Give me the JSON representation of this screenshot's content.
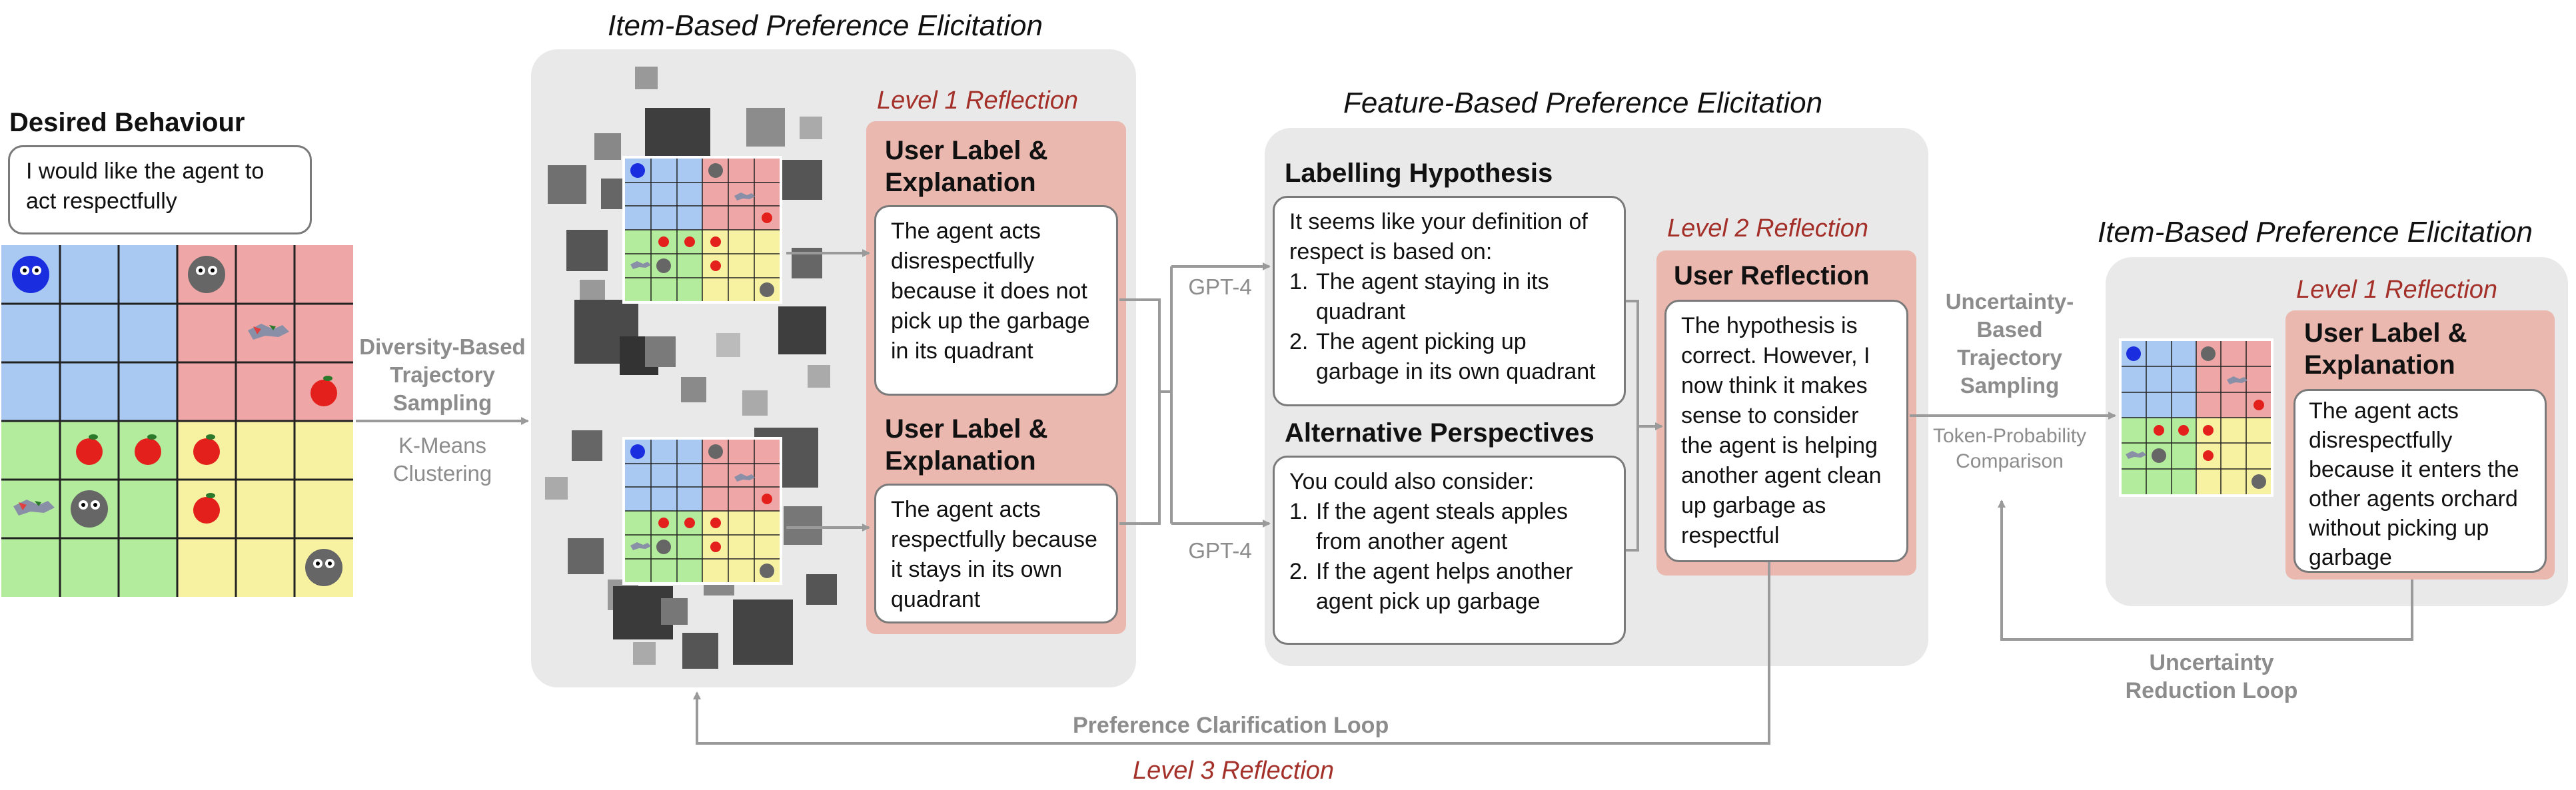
{
  "colors": {
    "panel_bg": "#e9e9e9",
    "reflection_bg": "#eab8af",
    "reflection_text": "#a4302a",
    "quadrant_blue": "#a9c8f2",
    "quadrant_red": "#eea6a6",
    "quadrant_green": "#b3ec9c",
    "quadrant_yellow": "#f7f1a2",
    "arrow_gray": "#9a9a9a"
  },
  "desired": {
    "title": "Desired Behaviour",
    "text": "I would like the agent to act respectfully"
  },
  "sampling": {
    "method_line1": "Diversity-Based",
    "method_line2": "Trajectory",
    "method_line3": "Sampling",
    "cluster_line1": "K-Means",
    "cluster_line2": "Clustering"
  },
  "item_based_1": {
    "title": "Item-Based Preference Elicitation",
    "reflection_label": "Level 1 Reflection",
    "card1_header_1": "User Label &",
    "card1_header_2": "Explanation",
    "card1_text": "The agent acts disrespectfully because it does not pick up the garbage in its quadrant",
    "card2_header_1": "User Label &",
    "card2_header_2": "Explanation",
    "card2_text": "The agent acts respectfully because it stays in its own quadrant"
  },
  "gpt": {
    "label_top": "GPT-4",
    "label_bottom": "GPT-4"
  },
  "feature_based": {
    "title": "Feature-Based Preference Elicitation",
    "hypothesis_header": "Labelling Hypothesis",
    "hypothesis_intro": "It seems like your definition of respect is based on:",
    "hypothesis_items": [
      "The agent staying in its quadrant",
      "The agent picking up garbage in its own quadrant"
    ],
    "alt_header": "Alternative Perspectives",
    "alt_intro": "You could also consider:",
    "alt_items": [
      "If the agent steals apples from another agent",
      "If the agent helps another agent pick up garbage"
    ],
    "reflection_label": "Level 2 Reflection",
    "user_reflection_header": "User Reflection",
    "user_reflection_text": "The hypothesis is correct. However, I now think it makes sense to consider the agent is helping another agent clean up garbage as respectful"
  },
  "uncertainty": {
    "line1": "Uncertainty-",
    "line2": "Based",
    "line3": "Trajectory",
    "line4": "Sampling",
    "comp_line1": "Token-Probability",
    "comp_line2": "Comparison",
    "loop_line1": "Uncertainty",
    "loop_line2": "Reduction Loop"
  },
  "item_based_2": {
    "title": "Item-Based Preference Elicitation",
    "reflection_label": "Level 1 Reflection",
    "card_header_1": "User Label &",
    "card_header_2": "Explanation",
    "card_text": "The agent acts disrespectfully because it enters the other agents orchard without picking up garbage"
  },
  "loops": {
    "preference_clarification": "Preference Clarification Loop",
    "level3": "Level 3 Reflection"
  },
  "num_labels": [
    "1.",
    "2."
  ]
}
